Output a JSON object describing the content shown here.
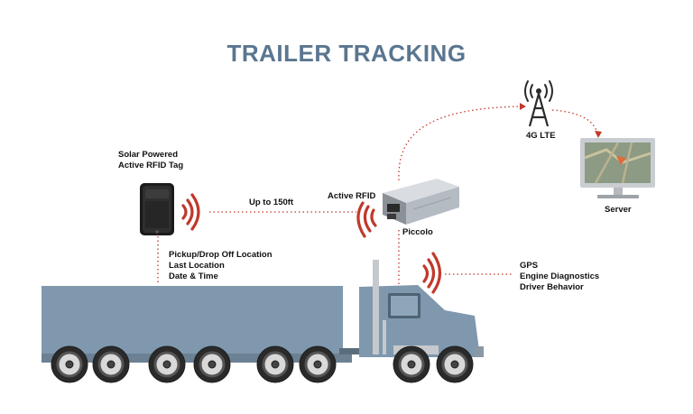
{
  "title": "TRAILER TRACKING",
  "labels": {
    "rfid_tag": [
      "Solar Powered",
      "Active RFID Tag"
    ],
    "range": "Up to 150ft",
    "active_rfid": "Active RFID",
    "device": "Piccolo",
    "lte": "4G LTE",
    "server": "Server",
    "tag_data": [
      "Pickup/Drop Off Location",
      "Last Location",
      "Date & Time"
    ],
    "truck_data": [
      "GPS",
      "Engine Diagnostics",
      "Driver Behavior"
    ]
  },
  "colors": {
    "title": "#5a7690",
    "trailer": "#7f98ae",
    "wave": "#c0392b",
    "link": "#c0392b"
  }
}
